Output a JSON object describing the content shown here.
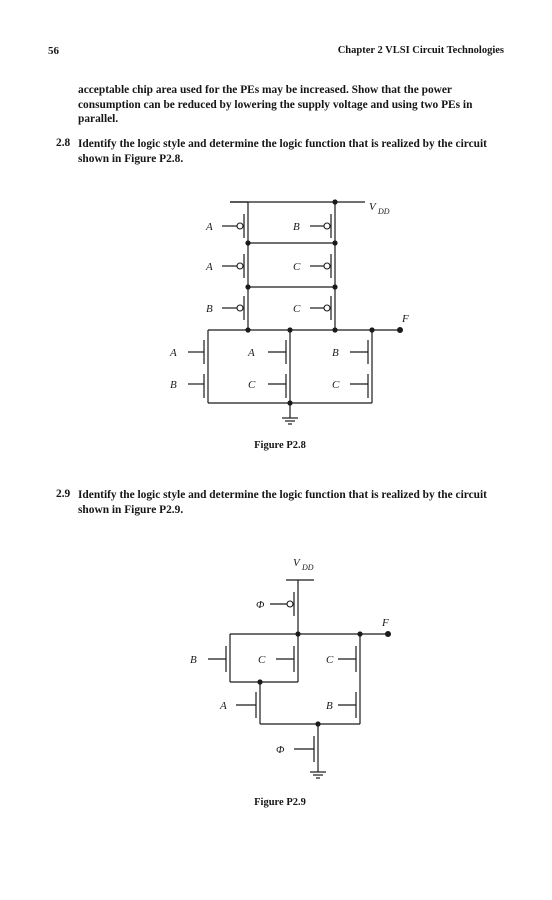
{
  "header": {
    "page_number": "56",
    "running_title": "Chapter 2   VLSI Circuit Technologies"
  },
  "paragraphs": [
    "acceptable chip area used for the PEs may be increased. Show that the power consumption can be reduced by lowering the supply voltage and using two PEs in parallel."
  ],
  "exercises": [
    {
      "number": "2.8",
      "text": "Identify the logic style and determine the logic function that is realized by the circuit shown in Figure P2.8."
    },
    {
      "number": "2.9",
      "text": "Identify the logic style and determine the logic function that is realized by the circuit shown in Figure P2.9."
    }
  ],
  "figures": [
    {
      "caption": "Figure P2.8",
      "supply": "V",
      "supply_sub": "DD",
      "output": "F",
      "pmos_labels": [
        "A",
        "B",
        "A",
        "C",
        "B",
        "C"
      ],
      "nmos_labels": [
        "A",
        "B",
        "A",
        "C",
        "B",
        "C"
      ]
    },
    {
      "caption": "Figure P2.9",
      "supply": "V",
      "supply_sub": "DD",
      "output": "F",
      "clock_labels": [
        "Φ",
        "Φ"
      ],
      "nmos_labels": [
        "B",
        "C",
        "C",
        "A",
        "B"
      ]
    }
  ]
}
